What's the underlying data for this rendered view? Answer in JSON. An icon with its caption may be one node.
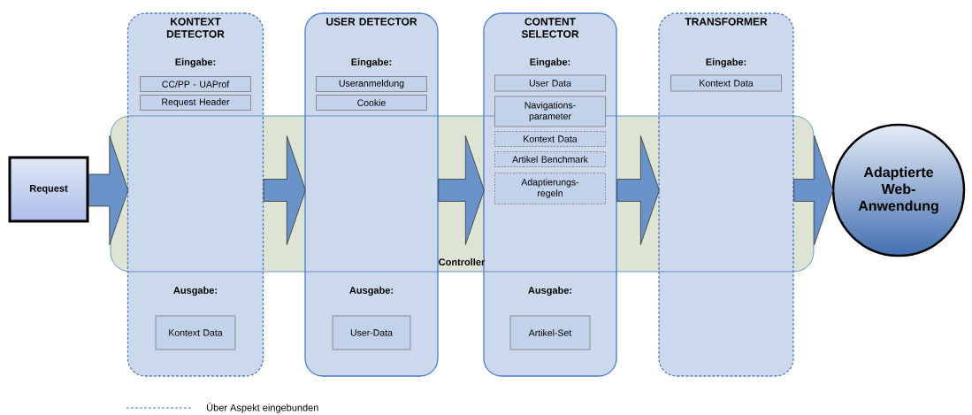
{
  "diagram": {
    "nodes": [
      {
        "text": [
          "Request"
        ]
      },
      {
        "text": [
          "Controller"
        ]
      },
      {
        "text": [
          "KONTEXT DETECTOR",
          "Eingabe:",
          "Ausgabe:"
        ]
      },
      {
        "text": [
          "CC/PP - UAProf"
        ],
        "in": 2
      },
      {
        "text": [
          "Request Header"
        ],
        "in": 2
      },
      {
        "text": [
          "Kontext Data"
        ],
        "in": 2
      },
      {
        "text": [
          "USER DETECTOR",
          "Eingabe:",
          "Ausgabe:"
        ]
      },
      {
        "text": [
          "Useranmeldung"
        ],
        "in": 6
      },
      {
        "text": [
          "Cookie"
        ],
        "in": 6
      },
      {
        "text": [
          "User-Data"
        ],
        "in": 6
      },
      {
        "text": [
          "CONTENT SELECTOR",
          "Eingabe:",
          "Ausgabe:"
        ]
      },
      {
        "text": [
          "User Data"
        ],
        "in": 10
      },
      {
        "text": [
          "Navigations- parameter"
        ],
        "in": 10
      },
      {
        "text": [
          "Kontext Data"
        ]
      },
      {
        "text": [
          "Artikel Benchmark"
        ]
      },
      {
        "text": [
          "Adaptierungs- regeln"
        ]
      },
      {
        "text": [
          "Artikel-Set"
        ],
        "in": 10
      },
      {
        "text": [
          "TRANSFORMER",
          "Eingabe:"
        ]
      },
      {
        "text": [
          "Kontext Data"
        ],
        "in": 17
      },
      {
        "text": [
          "Adaptierte Web- Anwendung"
        ]
      }
    ],
    "edges": [
      {
        "from": 0,
        "to": 2,
        "arrow": "to"
      },
      {
        "from": 2,
        "to": 6,
        "arrow": "to"
      },
      {
        "from": 6,
        "to": 10,
        "arrow": "to"
      },
      {
        "from": 10,
        "to": 17,
        "arrow": "to"
      },
      {
        "from": 17,
        "to": 19,
        "arrow": "to"
      }
    ],
    "legend": [
      {
        "text": "Über Aspekt eingebunden"
      }
    ]
  }
}
